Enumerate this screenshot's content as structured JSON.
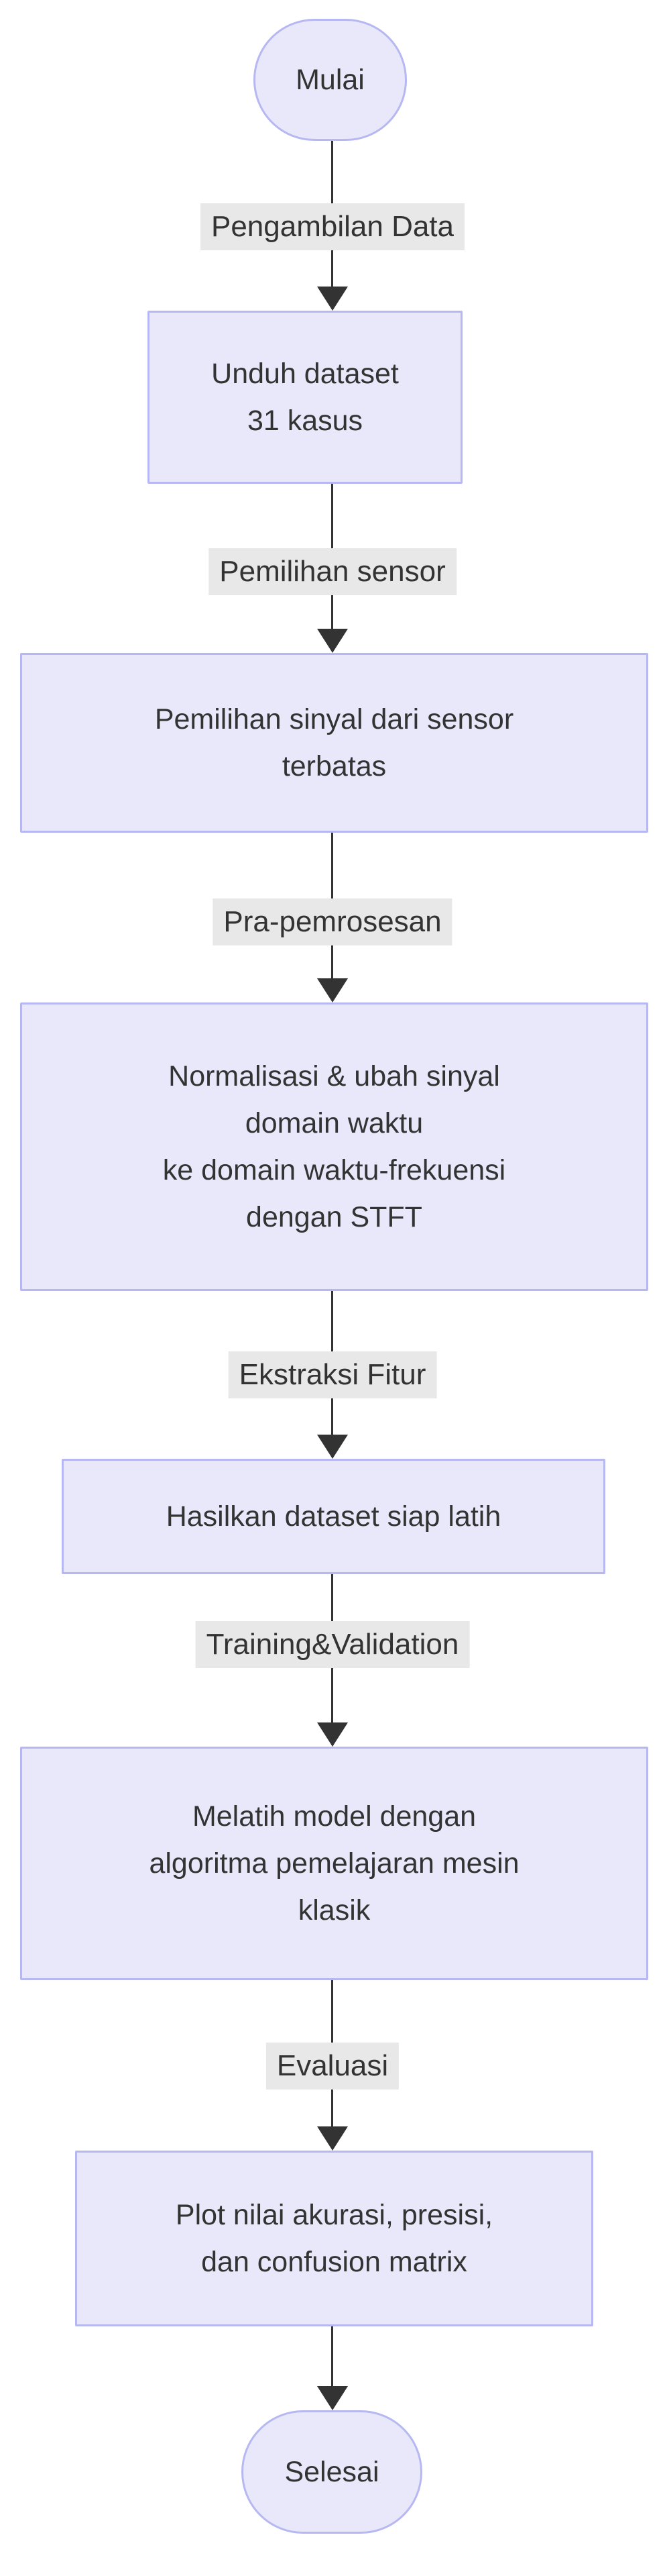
{
  "style": {
    "node_fill": "#e8e8fa",
    "node_border": "#b7b8f2",
    "text_color": "#333333",
    "edge_color": "#333333",
    "edge_label_bg": "#e8e8e8",
    "canvas_bg": "#ffffff"
  },
  "flow": {
    "type": "flowchart-vertical",
    "nodes": [
      {
        "id": "start",
        "shape": "stadium",
        "lines": [
          "Mulai"
        ]
      },
      {
        "id": "unduh",
        "shape": "rect",
        "lines": [
          "Unduh dataset",
          "31 kasus"
        ]
      },
      {
        "id": "pilih",
        "shape": "rect",
        "lines": [
          "Pemilihan sinyal dari sensor",
          "terbatas"
        ]
      },
      {
        "id": "praproses",
        "shape": "rect",
        "lines": [
          "Normalisasi & ubah sinyal",
          "domain waktu",
          "ke domain waktu-frekuensi",
          "dengan STFT"
        ]
      },
      {
        "id": "hasil",
        "shape": "rect",
        "lines": [
          "Hasilkan dataset siap latih"
        ]
      },
      {
        "id": "latih",
        "shape": "rect",
        "lines": [
          "Melatih model dengan",
          "algoritma pemelajaran mesin",
          "klasik"
        ]
      },
      {
        "id": "plot",
        "shape": "rect",
        "lines": [
          "Plot nilai akurasi, presisi,",
          "dan confusion matrix"
        ]
      },
      {
        "id": "end",
        "shape": "stadium",
        "lines": [
          "Selesai"
        ]
      }
    ],
    "edges": [
      {
        "label": "Pengambilan Data"
      },
      {
        "label": "Pemilihan sensor"
      },
      {
        "label": "Pra-pemrosesan"
      },
      {
        "label": "Ekstraksi Fitur"
      },
      {
        "label": "Training&Validation"
      },
      {
        "label": "Evaluasi"
      },
      {
        "label": ""
      }
    ]
  }
}
